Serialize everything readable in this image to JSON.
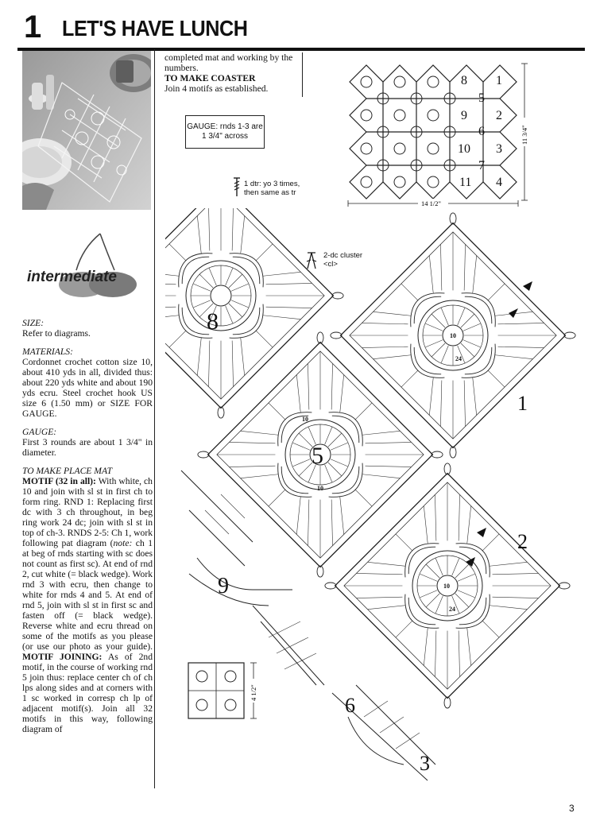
{
  "header": {
    "number": "1",
    "title": "LET'S HAVE LUNCH"
  },
  "skill_level": "intermediate",
  "top_column": {
    "continued": "completed mat and working by the numbers.",
    "coaster_heading": "TO MAKE COASTER",
    "coaster_text": "Join 4 motifs as established."
  },
  "gauge_box": "GAUGE: rnds 1-3 are 1 3/4\" across",
  "legend": {
    "dtr": "1 dtr: yo 3 times, then same as tr",
    "cluster": "2-dc cluster <cl>"
  },
  "body_text": {
    "size_label": "SIZE:",
    "size_text": "Refer to diagrams.",
    "materials_label": "MATERIALS:",
    "materials_text": "Cordonnet crochet cotton size 10, about 410 yds in all, divided thus: about 220 yds white and about 190 yds ecru. Steel crochet hook US size 6 (1.50 mm) or SIZE FOR GAUGE.",
    "gauge_label": "GAUGE:",
    "gauge_text": "First 3 rounds are about 1 3/4\" in diameter.",
    "placemat_label": "TO MAKE PLACE MAT",
    "motif_heading": "MOTIF (32 in all):",
    "motif_text_a": "With white, ch 10 and join with sl st in first ch to form ring. RND 1: Replacing first dc with 3 ch throughout, in beg ring work 24 dc; join with sl st in top of ch-3. RNDS 2-5: Ch 1, work following pat diagram (",
    "motif_note": "note:",
    "motif_text_b": " ch 1 at beg of rnds starting with sc does not count as first sc). At end of rnd 2, cut white (= black wedge). Work rnd 3 with ecru, then change to white for rnds 4 and 5. At end of rnd 5, join with sl st in first sc and fasten off (= black wedge). Reverse white and ecru thread on some of the motifs as you please (or use our photo as your guide).",
    "joining_heading": "MOTIF JOINING:",
    "joining_text": "As of 2nd motif, in the course of working rnd 5 join thus: replace center ch of ch lps along sides and at corners with 1 sc worked in corresp ch lp of adjacent motif(s). Join all 32 motifs in this way, following diagram of"
  },
  "placemat_diagram": {
    "numbers": [
      "8",
      "1",
      "5",
      "9",
      "2",
      "6",
      "10",
      "3",
      "7",
      "11",
      "4"
    ],
    "width_label": "14 1/2\"",
    "height_label": "11 3/4\""
  },
  "coaster_diagram": {
    "height_label": "4 1/2\""
  },
  "motif_numbers": [
    "8",
    "5",
    "1",
    "2",
    "9",
    "6",
    "3"
  ],
  "round_labels": [
    "10",
    "24"
  ],
  "page_number": "3"
}
